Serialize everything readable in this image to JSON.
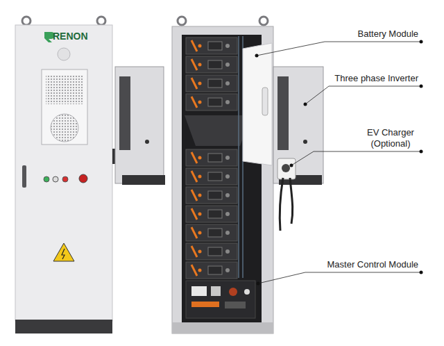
{
  "diagram": {
    "labels": [
      "RENON",
      "Battery Module",
      "Three phase Inverter",
      "EV Charger (Optional)",
      "Master Control Module"
    ]
  }
}
